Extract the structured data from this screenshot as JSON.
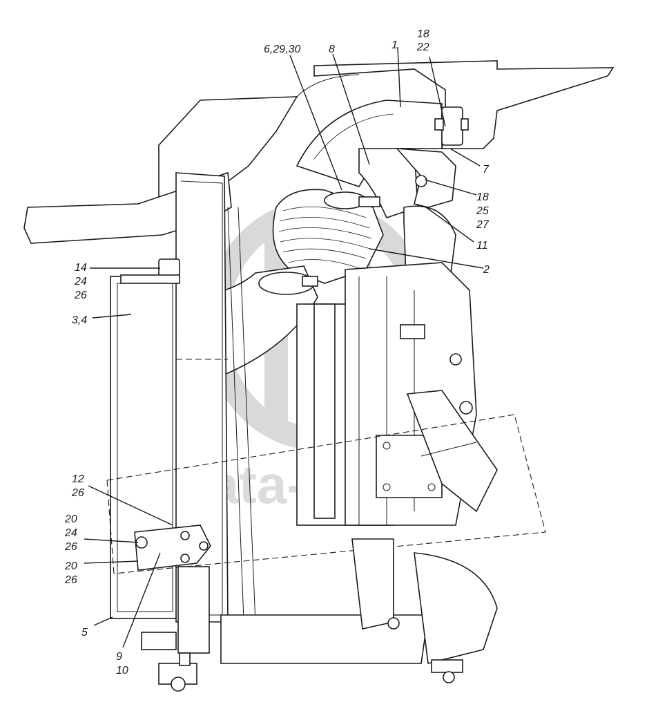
{
  "watermark": {
    "text": "data-parts"
  },
  "callouts": [
    {
      "id": "c-18-22",
      "lines": [
        "18",
        "22"
      ]
    },
    {
      "id": "c-1",
      "lines": [
        "1"
      ]
    },
    {
      "id": "c-8",
      "lines": [
        "8"
      ]
    },
    {
      "id": "c-6-29-30",
      "lines": [
        "6,29,30"
      ]
    },
    {
      "id": "c-7",
      "lines": [
        "7"
      ]
    },
    {
      "id": "c-18-25-27",
      "lines": [
        "18",
        "25",
        "27"
      ]
    },
    {
      "id": "c-11",
      "lines": [
        "11"
      ]
    },
    {
      "id": "c-2",
      "lines": [
        "2"
      ]
    },
    {
      "id": "c-14-24-26",
      "lines": [
        "14",
        "24",
        "26"
      ]
    },
    {
      "id": "c-3-4",
      "lines": [
        "3,4"
      ]
    },
    {
      "id": "c-12-26",
      "lines": [
        "12",
        "26"
      ]
    },
    {
      "id": "c-20-24-26",
      "lines": [
        "20",
        "24",
        "26"
      ]
    },
    {
      "id": "c-20-26",
      "lines": [
        "20",
        "26"
      ]
    },
    {
      "id": "c-5",
      "lines": [
        "5"
      ]
    },
    {
      "id": "c-9-10",
      "lines": [
        "9",
        "10"
      ]
    }
  ]
}
